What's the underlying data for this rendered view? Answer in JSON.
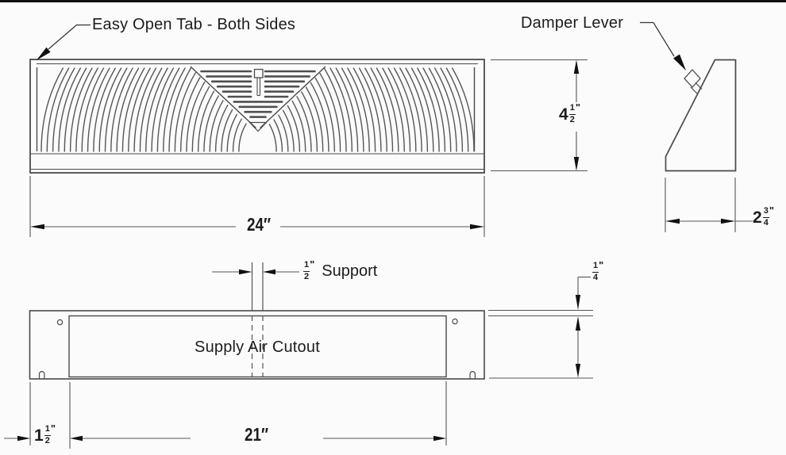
{
  "front_view": {
    "easy_open_label": "Easy Open Tab - Both Sides",
    "width_dim": "24″"
  },
  "side_view": {
    "damper_label": "Damper Lever",
    "height_dim": {
      "whole": "4",
      "num": "1",
      "den": "2",
      "unit": "\""
    },
    "depth_dim": {
      "whole": "2",
      "num": "3",
      "den": "4",
      "unit": "\""
    }
  },
  "bottom_view": {
    "cutout_label": "Supply Air Cutout",
    "support_dim": {
      "num": "1",
      "den": "2",
      "unit": "\"",
      "label": "Support"
    },
    "flange_dim": {
      "num": "1",
      "den": "4",
      "unit": "\""
    },
    "cutout_width_dim": "21″",
    "offset_dim": {
      "whole": "1",
      "num": "1",
      "den": "2",
      "unit": "\""
    }
  },
  "colors": {
    "line": "#4a4a4a",
    "dim_line": "#555555",
    "arrow": "#111111",
    "text": "#1c1c1c",
    "background": "#fbfbfb"
  }
}
